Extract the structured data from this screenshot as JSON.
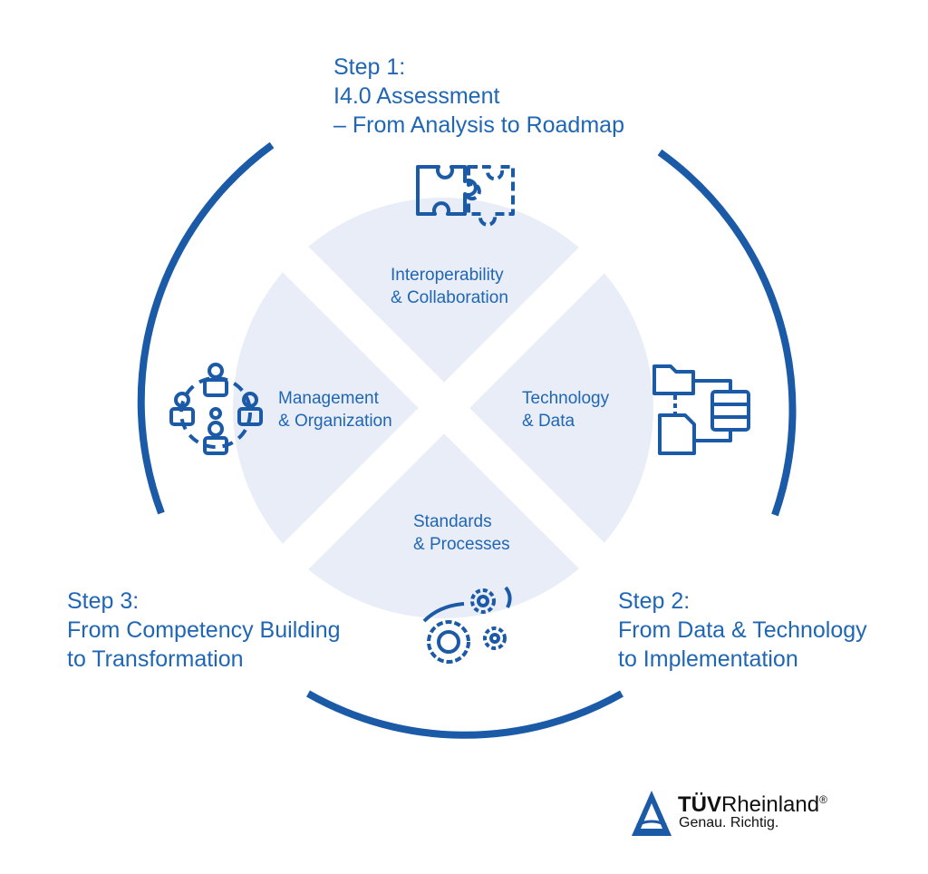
{
  "steps": {
    "step1": [
      "Step 1:",
      "I4.0 Assessment",
      "– From Analysis to Roadmap"
    ],
    "step2": [
      "Step 2:",
      "From Data & Technology",
      "to Implementation"
    ],
    "step3": [
      "Step 3:",
      "From Competency Building",
      "to Transformation"
    ]
  },
  "quadrants": {
    "top": [
      "Interoperability",
      "& Collaboration"
    ],
    "right": [
      "Technology",
      "& Data"
    ],
    "bottom": [
      "Standards",
      "& Processes"
    ],
    "left": [
      "Management",
      "& Organization"
    ]
  },
  "icons": {
    "top": "puzzle-icon",
    "right": "data-server-icon",
    "bottom": "gears-icon",
    "left": "team-network-icon"
  },
  "logo": {
    "brand_bold": "TÜV",
    "brand_regular": "Rheinland",
    "registered": "®",
    "tagline": "Genau. Richtig."
  },
  "colors": {
    "primary_blue": "#1b5aa6",
    "text_blue": "#1f66b4",
    "quadrant_fill": "#e8edf7"
  }
}
